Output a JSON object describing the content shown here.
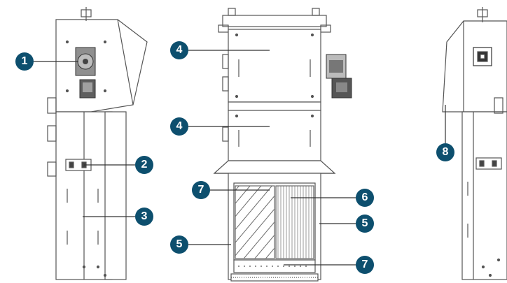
{
  "callouts": [
    {
      "id": "c1",
      "label": "1"
    },
    {
      "id": "c2",
      "label": "2"
    },
    {
      "id": "c3",
      "label": "3"
    },
    {
      "id": "c4a",
      "label": "4"
    },
    {
      "id": "c4b",
      "label": "4"
    },
    {
      "id": "c5a",
      "label": "5"
    },
    {
      "id": "c5b",
      "label": "5"
    },
    {
      "id": "c6",
      "label": "6"
    },
    {
      "id": "c7a",
      "label": "7"
    },
    {
      "id": "c7b",
      "label": "7"
    },
    {
      "id": "c8",
      "label": "8"
    }
  ],
  "colors": {
    "callout_fill": "#0d4f6e",
    "callout_text": "#ffffff",
    "line": "#555555",
    "leader": "#333333",
    "screen_bars": "#8a8a8a"
  }
}
